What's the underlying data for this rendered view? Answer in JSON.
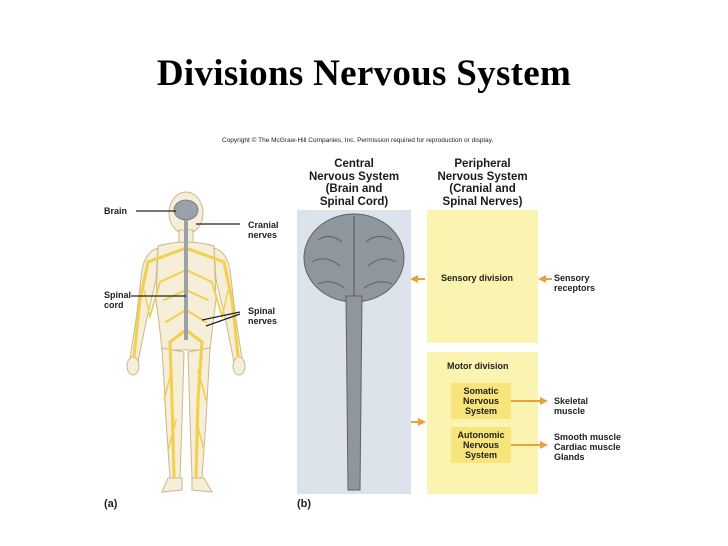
{
  "slide": {
    "title": "Divisions Nervous System"
  },
  "figure": {
    "copyright": "Copyright © The McGraw-Hill Companies, Inc. Permission required for reproduction or display.",
    "panel_a": {
      "tag": "(a)",
      "labels": {
        "brain": "Brain",
        "cranial_1": "Cranial",
        "cranial_2": "nerves",
        "spinal_cord_1": "Spinal",
        "spinal_cord_2": "cord",
        "spinal_nerves_1": "Spinal",
        "spinal_nerves_2": "nerves"
      }
    },
    "panel_b": {
      "tag": "(b)",
      "cns_header": [
        "Central",
        "Nervous System",
        "(Brain and",
        "Spinal Cord)"
      ],
      "pns_header": [
        "Peripheral",
        "Nervous System",
        "(Cranial and",
        "Spinal Nerves)"
      ],
      "sensory_division": "Sensory division",
      "sensory_receptors_1": "Sensory",
      "sensory_receptors_2": "receptors",
      "motor_division": "Motor division",
      "somatic": [
        "Somatic",
        "Nervous",
        "System"
      ],
      "autonomic": [
        "Autonomic",
        "Nervous",
        "System"
      ],
      "skeletal_1": "Skeletal",
      "skeletal_2": "muscle",
      "targets_autonomic": [
        "Smooth muscle",
        "Cardiac muscle",
        "Glands"
      ]
    }
  },
  "colors": {
    "pns_fill": "#fbf3b0",
    "box_fill": "#f7e47a",
    "arrow": "#e8a23a",
    "cns_bg": "#dde3ea",
    "brain": "#8f969d",
    "body": "#f6eed8",
    "nerve": "#f2cf4c"
  }
}
